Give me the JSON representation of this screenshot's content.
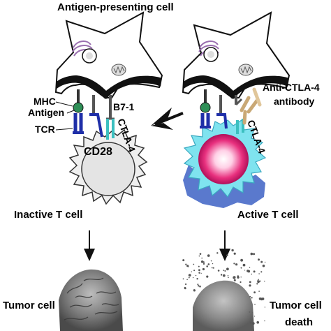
{
  "labels": {
    "apc_title": "Antigen-presenting cell",
    "mhc": "MHC",
    "antigen": "Antigen",
    "tcr": "TCR",
    "cd28": "CD28",
    "b7_1": "B7-1",
    "ctla4_left": "CTLA-4",
    "ctla4_right": "CTLA-4",
    "anti_ctla4_line1": "Anti-CTLA-4",
    "anti_ctla4_line2": "antibody",
    "inactive_t_cell": "Inactive T cell",
    "active_t_cell": "Active T cell",
    "tumor_cell_left": "Tumor cell",
    "tumor_cell_right_line1": "Tumor cell",
    "tumor_cell_right_line2": "death"
  },
  "colors": {
    "tcr": "#1f2fa8",
    "mhc": "#2f8f57",
    "ctla4": "#3cc0c0",
    "antibody": "#e0c69a",
    "active_cell_outer": "#7fe3ef",
    "active_cell_shadow": "#3d62c4",
    "active_nucleus": "#e8307e",
    "inactive_cell": "#efefef",
    "apc_fill": "#ffffff",
    "tumor": "#8a8a8a"
  }
}
